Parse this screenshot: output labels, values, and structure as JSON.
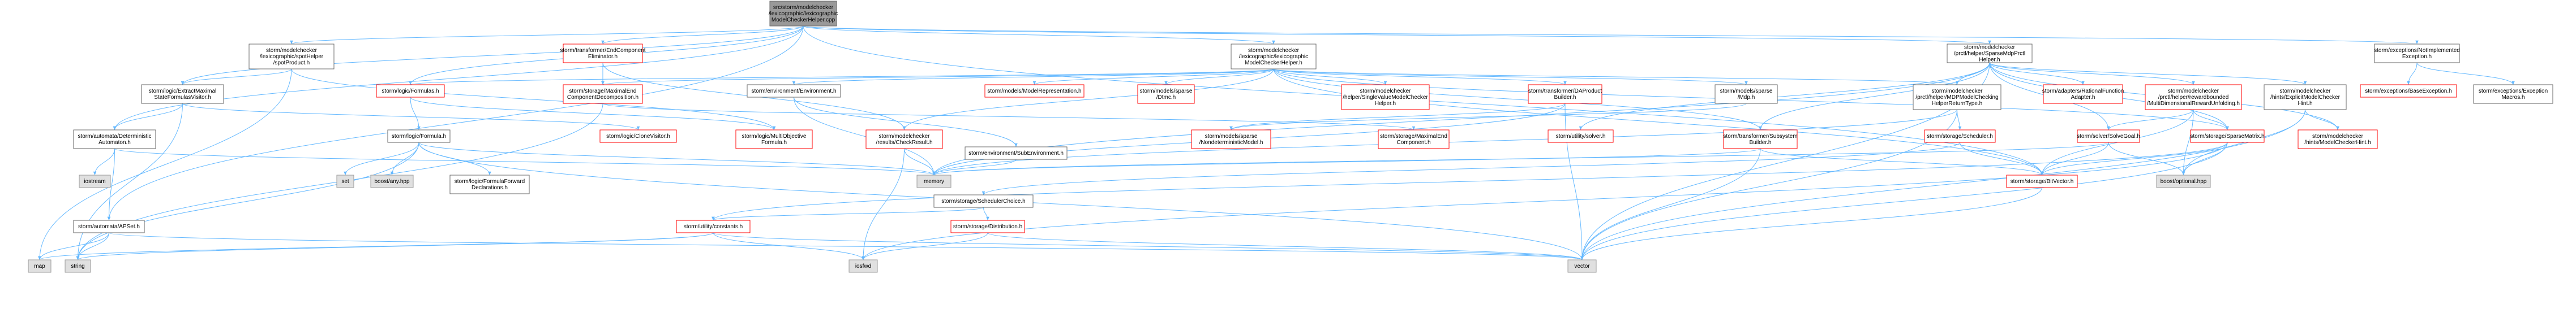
{
  "colors": {
    "root_fill": "#999999",
    "root_stroke": "#666666",
    "doc_fill": "#ffffff",
    "doc_stroke": "#666666",
    "warn_fill": "#ffffff",
    "warn_stroke": "#ff0000",
    "sys_fill": "#e0e0e0",
    "sys_stroke": "#999999",
    "edge": "#63B8FF",
    "text": "#000000"
  },
  "nodes": [
    {
      "id": "root",
      "kind": "root",
      "lines": [
        "src/storm/modelchecker",
        "/lexicographic/lexicographic",
        "ModelCheckerHelper.cpp"
      ]
    },
    {
      "id": "lexSpot",
      "kind": "doc",
      "lines": [
        "storm/modelchecker",
        "/lexicographic/spotHelper",
        "/spotProduct.h"
      ]
    },
    {
      "id": "endComp",
      "kind": "warn",
      "lines": [
        "storm/transformer/EndComponent",
        "Eliminator.h"
      ]
    },
    {
      "id": "lexHelperH",
      "kind": "doc",
      "lines": [
        "storm/modelchecker",
        "/lexicographic/lexicographic",
        "ModelCheckerHelper.h"
      ]
    },
    {
      "id": "sparseMdpPrctl",
      "kind": "doc",
      "lines": [
        "storm/modelchecker",
        "/prctl/helper/SparseMdpPrctl",
        "Helper.h"
      ]
    },
    {
      "id": "notImpl",
      "kind": "doc",
      "lines": [
        "storm/exceptions/NotImplemented",
        "Exception.h"
      ]
    },
    {
      "id": "extractMaximal",
      "kind": "doc",
      "lines": [
        "storm/logic/ExtractMaximal",
        "StateFormulasVisitor.h"
      ]
    },
    {
      "id": "logicFormulas",
      "kind": "warn",
      "lines": [
        "storm/logic/Formulas.h"
      ]
    },
    {
      "id": "maxEndDecomp",
      "kind": "warn",
      "lines": [
        "storm/storage/MaximalEnd",
        "ComponentDecomposition.h"
      ]
    },
    {
      "id": "envEnv",
      "kind": "doc",
      "lines": [
        "storm/environment/Environment.h"
      ]
    },
    {
      "id": "modelRep",
      "kind": "warn",
      "lines": [
        "storm/models/ModelRepresentation.h"
      ]
    },
    {
      "id": "sparseDtmc",
      "kind": "warn",
      "lines": [
        "storm/models/sparse",
        "/Dtmc.h"
      ]
    },
    {
      "id": "singleValue",
      "kind": "warn",
      "lines": [
        "storm/modelchecker",
        "/helper/SingleValueModelChecker",
        "Helper.h"
      ]
    },
    {
      "id": "daProduct",
      "kind": "warn",
      "lines": [
        "storm/transformer/DAProduct",
        "Builder.h"
      ]
    },
    {
      "id": "sparseMdp",
      "kind": "doc",
      "lines": [
        "storm/models/sparse",
        "/Mdp.h"
      ]
    },
    {
      "id": "mdpMcHelperRet",
      "kind": "doc",
      "lines": [
        "storm/modelchecker",
        "/prctl/helper/MDPModelChecking",
        "HelperReturnType.h"
      ]
    },
    {
      "id": "ratFunc",
      "kind": "warn",
      "lines": [
        "storm/adapters/RationalFunction",
        "Adapter.h"
      ]
    },
    {
      "id": "rewardBounded",
      "kind": "warn",
      "lines": [
        "storm/modelchecker",
        "/prctl/helper/rewardbounded",
        "/MultiDimensionalRewardUnfolding.h"
      ]
    },
    {
      "id": "explicitHint",
      "kind": "doc",
      "lines": [
        "storm/modelchecker",
        "/hints/ExplicitModelChecker",
        "Hint.h"
      ]
    },
    {
      "id": "baseExc",
      "kind": "warn",
      "lines": [
        "storm/exceptions/BaseException.h"
      ]
    },
    {
      "id": "excMacros",
      "kind": "doc",
      "lines": [
        "storm/exceptions/Exception",
        "Macros.h"
      ]
    },
    {
      "id": "automataDet",
      "kind": "doc",
      "lines": [
        "storm/automata/Deterministic",
        "Automaton.h"
      ]
    },
    {
      "id": "cloneVisitor",
      "kind": "warn",
      "lines": [
        "storm/logic/CloneVisitor.h"
      ]
    },
    {
      "id": "multiObjForm",
      "kind": "warn",
      "lines": [
        "storm/logic/MultiObjective",
        "Formula.h"
      ]
    },
    {
      "id": "logicFormula",
      "kind": "doc",
      "lines": [
        "storm/logic/Formula.h"
      ]
    },
    {
      "id": "checkResult",
      "kind": "warn",
      "lines": [
        "storm/modelchecker",
        "/results/CheckResult.h"
      ]
    },
    {
      "id": "subEnv",
      "kind": "doc",
      "lines": [
        "storm/environment/SubEnvironment.h"
      ]
    },
    {
      "id": "nondetModel",
      "kind": "warn",
      "lines": [
        "storm/models/sparse",
        "/NondeterministicModel.h"
      ]
    },
    {
      "id": "maximalEndComp",
      "kind": "warn",
      "lines": [
        "storm/storage/MaximalEnd",
        "Component.h"
      ]
    },
    {
      "id": "utilSolver",
      "kind": "warn",
      "lines": [
        "storm/utility/solver.h"
      ]
    },
    {
      "id": "subsystemBuilder",
      "kind": "warn",
      "lines": [
        "storm/transformer/Subsystem",
        "Builder.h"
      ]
    },
    {
      "id": "storageScheduler",
      "kind": "warn",
      "lines": [
        "storm/storage/Scheduler.h"
      ]
    },
    {
      "id": "solveGoal",
      "kind": "warn",
      "lines": [
        "storm/solver/SolveGoal.h"
      ]
    },
    {
      "id": "sparseMatrix",
      "kind": "warn",
      "lines": [
        "storm/storage/SparseMatrix.h"
      ]
    },
    {
      "id": "mcHint",
      "kind": "warn",
      "lines": [
        "storm/modelchecker",
        "/hints/ModelCheckerHint.h"
      ]
    },
    {
      "id": "iostream",
      "kind": "sys",
      "lines": [
        "iostream"
      ]
    },
    {
      "id": "set",
      "kind": "sys",
      "lines": [
        "set"
      ]
    },
    {
      "id": "boostAny",
      "kind": "sys",
      "lines": [
        "boost/any.hpp"
      ]
    },
    {
      "id": "fwdDecl",
      "kind": "doc",
      "lines": [
        "storm/logic/FormulaForward",
        "Declarations.h"
      ]
    },
    {
      "id": "memory",
      "kind": "sys",
      "lines": [
        "memory"
      ]
    },
    {
      "id": "schedChoice",
      "kind": "doc",
      "lines": [
        "storm/storage/SchedulerChoice.h"
      ]
    },
    {
      "id": "bitVector",
      "kind": "warn",
      "lines": [
        "storm/storage/BitVector.h"
      ]
    },
    {
      "id": "boostOptional",
      "kind": "sys",
      "lines": [
        "boost/optional.hpp"
      ]
    },
    {
      "id": "apSet",
      "kind": "doc",
      "lines": [
        "storm/automata/APSet.h"
      ]
    },
    {
      "id": "utilConstants",
      "kind": "warn",
      "lines": [
        "storm/utility/constants.h"
      ]
    },
    {
      "id": "distribution",
      "kind": "warn",
      "lines": [
        "storm/storage/Distribution.h"
      ]
    },
    {
      "id": "map",
      "kind": "sys",
      "lines": [
        "map"
      ]
    },
    {
      "id": "string",
      "kind": "sys",
      "lines": [
        "string"
      ]
    },
    {
      "id": "iosfwd",
      "kind": "sys",
      "lines": [
        "iosfwd"
      ]
    },
    {
      "id": "vector",
      "kind": "sys",
      "lines": [
        "vector"
      ]
    }
  ],
  "edges": [
    [
      "root",
      "lexSpot"
    ],
    [
      "root",
      "endComp"
    ],
    [
      "root",
      "lexHelperH"
    ],
    [
      "root",
      "sparseMdpPrctl"
    ],
    [
      "root",
      "notImpl"
    ],
    [
      "root",
      "extractMaximal"
    ],
    [
      "root",
      "automataDet"
    ],
    [
      "root",
      "apSet"
    ],
    [
      "root",
      "logicFormulas"
    ],
    [
      "root",
      "bitVector"
    ],
    [
      "lexSpot",
      "extractMaximal"
    ],
    [
      "lexSpot",
      "multiObjForm"
    ],
    [
      "lexSpot",
      "map"
    ],
    [
      "endComp",
      "maxEndDecomp"
    ],
    [
      "endComp",
      "checkResult"
    ],
    [
      "lexHelperH",
      "logicFormulas"
    ],
    [
      "lexHelperH",
      "maxEndDecomp"
    ],
    [
      "lexHelperH",
      "envEnv"
    ],
    [
      "lexHelperH",
      "modelRep"
    ],
    [
      "lexHelperH",
      "sparseDtmc"
    ],
    [
      "lexHelperH",
      "singleValue"
    ],
    [
      "lexHelperH",
      "daProduct"
    ],
    [
      "lexHelperH",
      "sparseMdp"
    ],
    [
      "lexHelperH",
      "mdpMcHelperRet"
    ],
    [
      "lexHelperH",
      "checkResult"
    ],
    [
      "lexHelperH",
      "subsystemBuilder"
    ],
    [
      "lexHelperH",
      "sparseMatrix"
    ],
    [
      "lexHelperH",
      "bitVector"
    ],
    [
      "sparseMdpPrctl",
      "mdpMcHelperRet"
    ],
    [
      "sparseMdpPrctl",
      "ratFunc"
    ],
    [
      "sparseMdpPrctl",
      "rewardBounded"
    ],
    [
      "sparseMdpPrctl",
      "explicitHint"
    ],
    [
      "sparseMdpPrctl",
      "solveGoal"
    ],
    [
      "sparseMdpPrctl",
      "sparseMatrix"
    ],
    [
      "sparseMdpPrctl",
      "mcHint"
    ],
    [
      "sparseMdpPrctl",
      "subsystemBuilder"
    ],
    [
      "sparseMdpPrctl",
      "utilSolver"
    ],
    [
      "sparseMdpPrctl",
      "vector"
    ],
    [
      "sparseMdpPrctl",
      "memory"
    ],
    [
      "notImpl",
      "baseExc"
    ],
    [
      "notImpl",
      "excMacros"
    ],
    [
      "extractMaximal",
      "cloneVisitor"
    ],
    [
      "extractMaximal",
      "automataDet"
    ],
    [
      "extractMaximal",
      "string"
    ],
    [
      "logicFormulas",
      "logicFormula"
    ],
    [
      "logicFormulas",
      "multiObjForm"
    ],
    [
      "maxEndDecomp",
      "maximalEndComp"
    ],
    [
      "maxEndDecomp",
      "string"
    ],
    [
      "envEnv",
      "subEnv"
    ],
    [
      "envEnv",
      "memory"
    ],
    [
      "daProduct",
      "nondetModel"
    ],
    [
      "daProduct",
      "memory"
    ],
    [
      "daProduct",
      "vector"
    ],
    [
      "sparseMdp",
      "nondetModel"
    ],
    [
      "mdpMcHelperRet",
      "storageScheduler"
    ],
    [
      "mdpMcHelperRet",
      "memory"
    ],
    [
      "mdpMcHelperRet",
      "vector"
    ],
    [
      "rewardBounded",
      "sparseMatrix"
    ],
    [
      "rewardBounded",
      "solveGoal"
    ],
    [
      "rewardBounded",
      "bitVector"
    ],
    [
      "rewardBounded",
      "boostOptional"
    ],
    [
      "explicitHint",
      "mcHint"
    ],
    [
      "explicitHint",
      "boostOptional"
    ],
    [
      "explicitHint",
      "vector"
    ],
    [
      "automataDet",
      "iostream"
    ],
    [
      "automataDet",
      "apSet"
    ],
    [
      "automataDet",
      "memory"
    ],
    [
      "logicFormula",
      "set"
    ],
    [
      "logicFormula",
      "boostAny"
    ],
    [
      "logicFormula",
      "fwdDecl"
    ],
    [
      "logicFormula",
      "memory"
    ],
    [
      "logicFormula",
      "vector"
    ],
    [
      "logicFormula",
      "string"
    ],
    [
      "checkResult",
      "memory"
    ],
    [
      "checkResult",
      "iosfwd"
    ],
    [
      "subEnv",
      "memory"
    ],
    [
      "subsystemBuilder",
      "memory"
    ],
    [
      "subsystemBuilder",
      "bitVector"
    ],
    [
      "subsystemBuilder",
      "vector"
    ],
    [
      "storageScheduler",
      "schedChoice"
    ],
    [
      "storageScheduler",
      "bitVector"
    ],
    [
      "solveGoal",
      "bitVector"
    ],
    [
      "solveGoal",
      "memory"
    ],
    [
      "solveGoal",
      "boostOptional"
    ],
    [
      "sparseMatrix",
      "bitVector"
    ],
    [
      "sparseMatrix",
      "boostOptional"
    ],
    [
      "sparseMatrix",
      "iosfwd"
    ],
    [
      "sparseMatrix",
      "utilConstants"
    ],
    [
      "sparseMatrix",
      "vector"
    ],
    [
      "schedChoice",
      "utilConstants"
    ],
    [
      "schedChoice",
      "distribution"
    ],
    [
      "bitVector",
      "vector"
    ],
    [
      "apSet",
      "map"
    ],
    [
      "apSet",
      "string"
    ],
    [
      "apSet",
      "vector"
    ],
    [
      "utilConstants",
      "map"
    ],
    [
      "utilConstants",
      "string"
    ],
    [
      "utilConstants",
      "vector"
    ],
    [
      "utilConstants",
      "iosfwd"
    ],
    [
      "distribution",
      "iosfwd"
    ],
    [
      "distribution",
      "vector"
    ]
  ]
}
